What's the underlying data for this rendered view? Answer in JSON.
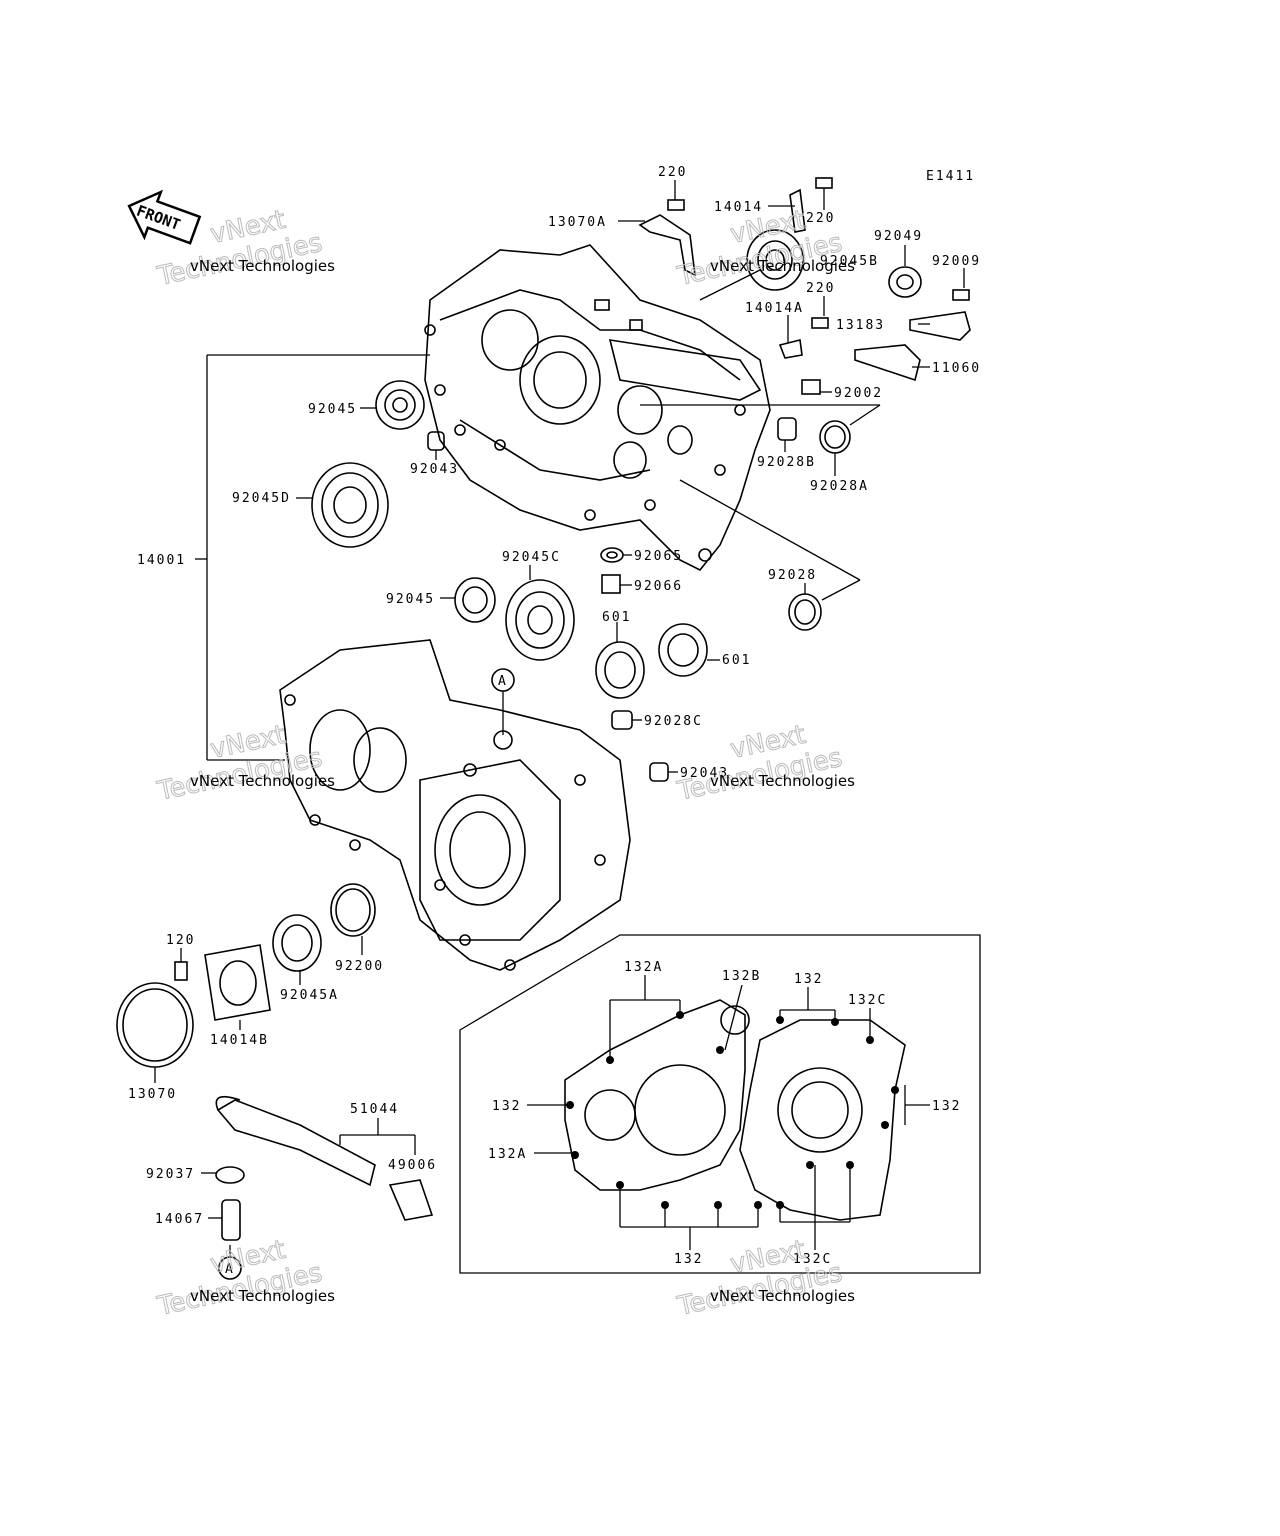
{
  "diagram_code": "E1411",
  "front_label": "FRONT",
  "callout_A": "A",
  "watermark": {
    "line1": "vNext Technologies",
    "line2": "Technologies",
    "line3": "vNext"
  },
  "labels": {
    "l220_top": "220",
    "l13070A": "13070A",
    "l14014": "14014",
    "l220_b": "220",
    "l92049": "92049",
    "l92045B": "92045B",
    "l92009": "92009",
    "l220_c": "220",
    "l14014A": "14014A",
    "l13183": "13183",
    "l11060": "11060",
    "l92002": "92002",
    "l92045_a": "92045",
    "l92043_a": "92043",
    "l92028B": "92028B",
    "l92028A": "92028A",
    "l92045D": "92045D",
    "l14001": "14001",
    "l92045C": "92045C",
    "l92065": "92065",
    "l92066": "92066",
    "l92028": "92028",
    "l92045_b": "92045",
    "l601_a": "601",
    "l601_b": "601",
    "l92028C": "92028C",
    "l92043_b": "92043",
    "l120": "120",
    "l92200": "92200",
    "l92045A": "92045A",
    "l14014B": "14014B",
    "l13070": "13070",
    "l51044": "51044",
    "l49006": "49006",
    "l92037": "92037",
    "l14067": "14067",
    "l132A_top": "132A",
    "l132B": "132B",
    "l132_top": "132",
    "l132C_top": "132C",
    "l132_left": "132",
    "l132_right": "132",
    "l132A_left": "132A",
    "l132_bottom": "132",
    "l132C_bottom": "132C"
  }
}
